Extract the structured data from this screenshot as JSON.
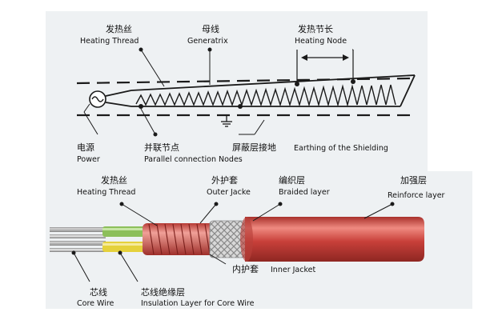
{
  "schematic": {
    "heating_thread": {
      "zh": "发热丝",
      "en": "Heating Thread"
    },
    "generatrix": {
      "zh": "母线",
      "en": "Generatrix"
    },
    "heating_node": {
      "zh": "发热节长",
      "en": "Heating Node"
    },
    "power": {
      "zh": "电源",
      "en": "Power"
    },
    "parallel_nodes": {
      "zh": "并联节点",
      "en": "Parallel connection Nodes"
    },
    "shield_earthing": {
      "zh": "屏蔽层接地",
      "en": "Earthing of the Shielding"
    }
  },
  "cable": {
    "heating_thread": {
      "zh": "发热丝",
      "en": "Heating Thread"
    },
    "outer_jacket": {
      "zh": "外护套",
      "en": "Outer Jacke"
    },
    "braided_layer": {
      "zh": "编织层",
      "en": "Braided layer"
    },
    "reinforce_layer": {
      "zh": "加强层",
      "en": "Reinforce layer"
    },
    "inner_jacket": {
      "zh": "内护套",
      "en": "Inner Jacket"
    },
    "core_wire": {
      "zh": "芯线",
      "en": "Core Wire"
    },
    "core_insulation": {
      "zh": "芯线绝缘层",
      "en": "Insulation Layer for Core Wire"
    }
  },
  "colors": {
    "panel_background": "#eef1f3",
    "line": "#1a1a1a",
    "jacket_red": "#c8403a",
    "jacket_highlight": "#ef8a80",
    "core_insulation_green": "#8cbf5a",
    "core_insulation_yellow": "#e5d13c",
    "braid_silver": "#cfcfcf"
  }
}
